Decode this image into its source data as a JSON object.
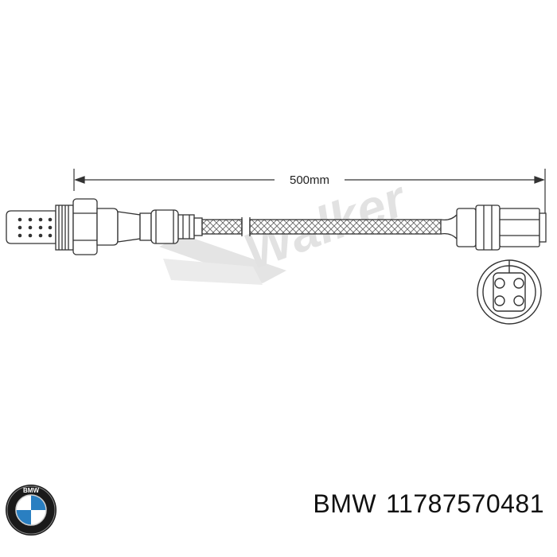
{
  "diagram": {
    "dimension_label": "500mm",
    "watermark": "Walker"
  },
  "part": {
    "brand": "BMW",
    "number": "11787570481",
    "logo_letters": "BMW"
  },
  "colors": {
    "line": "#333333",
    "watermark": "#d4d4d4",
    "bmw_blue": "#2a7fc1",
    "bmw_ring": "#1a1a1a"
  }
}
